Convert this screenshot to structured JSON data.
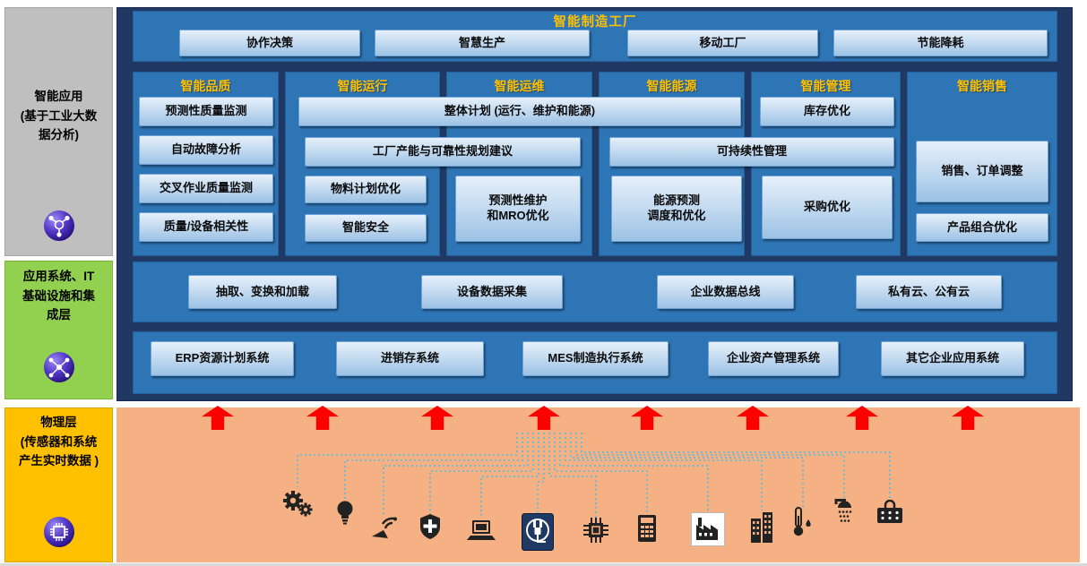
{
  "sidebar": {
    "layers": [
      {
        "id": "applications",
        "label": "智能应用\n(基于工业大数\n据分析)",
        "color": "#BFBFBF",
        "icon": "molecule-orb-icon"
      },
      {
        "id": "it-integration",
        "label": "应用系统、IT\n基础设施和集\n成层",
        "color": "#92D050",
        "icon": "network-orb-icon"
      },
      {
        "id": "physical",
        "label": "物理层\n(传感器和系统\n产生实时数据 )",
        "color": "#FFC000",
        "icon": "chip-orb-icon"
      }
    ]
  },
  "main": {
    "title": "智能制造工厂",
    "top_buttons": [
      "协作决策",
      "智慧生产",
      "移动工厂",
      "节能降耗"
    ],
    "column_headers": [
      "智能品质",
      "智能运行",
      "智能运维",
      "智能能源",
      "智能管理",
      "智能销售"
    ],
    "quality_buttons": [
      "预测性质量监测",
      "自动故障分析",
      "交叉作业质量监测",
      "质量/设备相关性"
    ],
    "overall_plan": "整体计划  (运行、维护和能源)",
    "capacity_plan": "工厂产能与可靠性规划建议",
    "material_plan": "物料计划优化",
    "smart_safety": "智能安全",
    "predictive_maintenance": "预测性维护\n和MRO优化",
    "sustainability": "可持续性管理",
    "energy_forecast": "能源预测\n调度和优化",
    "inventory_opt": "库存优化",
    "procurement_opt": "采购优化",
    "sales_orders": "销售、订单调整",
    "product_mix": "产品组合优化",
    "integration_buttons": [
      "抽取、变换和加载",
      "设备数据采集",
      "企业数据总线",
      "私有云、公有云"
    ],
    "system_buttons": [
      "ERP资源计划系统",
      "进销存系统",
      "MES制造执行系统",
      "企业资产管理系统",
      "其它企业应用系统"
    ]
  },
  "physical_zone": {
    "arrow_count": 8,
    "device_icons": [
      "double-gears",
      "light-bulb",
      "megaphone",
      "shield-plus",
      "laptop",
      "power-plug",
      "micro-chip",
      "calculator",
      "factory",
      "buildings",
      "thermometer",
      "shower",
      "keypad-lock"
    ]
  },
  "colors": {
    "panel_navy": "#1F3864",
    "band_blue": "#2E75B6",
    "button_blue": "#9CC2E5",
    "header_orange": "#FFC000",
    "sidebar_gray": "#BFBFBF",
    "sidebar_green": "#92D050",
    "sidebar_yellow": "#FFC000",
    "physical_salmon": "#F5B183",
    "arrow_red": "#FF0000",
    "wire_blue": "#3FC1F0"
  }
}
